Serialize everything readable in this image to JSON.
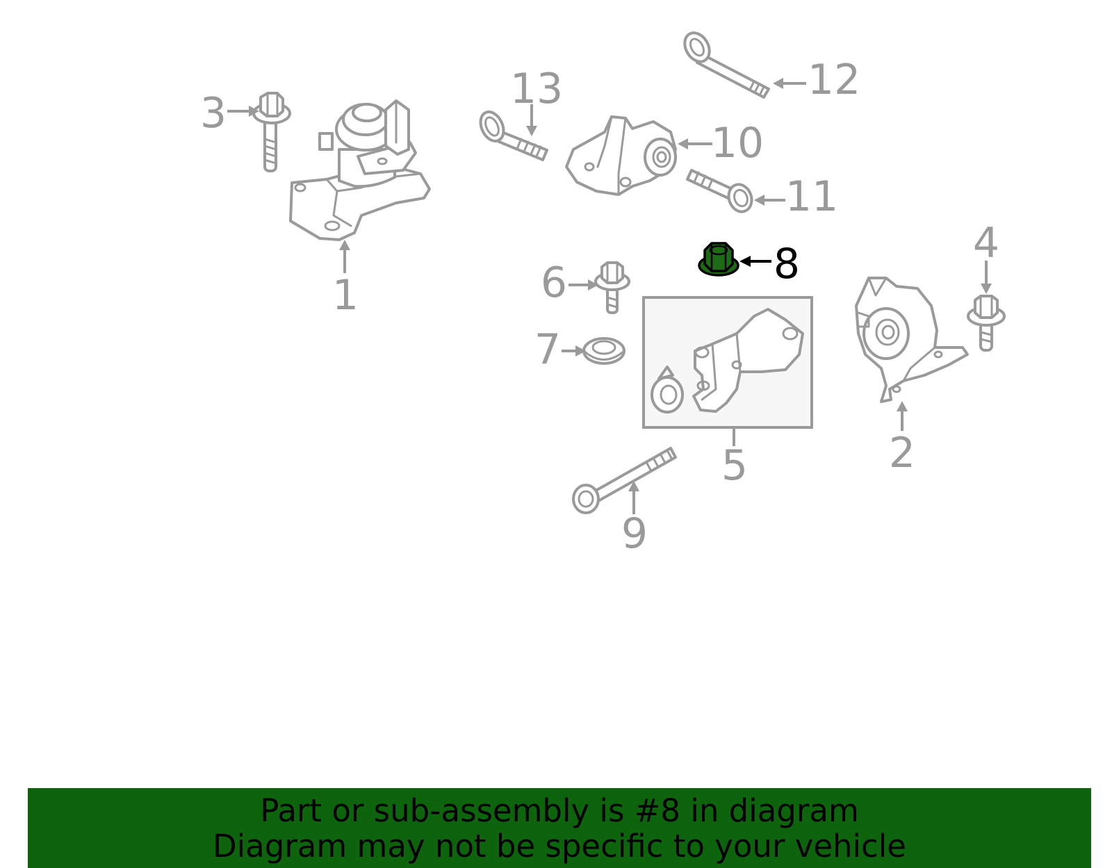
{
  "callouts": {
    "c1": "1",
    "c2": "2",
    "c3": "3",
    "c4": "4",
    "c5": "5",
    "c6": "6",
    "c7": "7",
    "c8": "8",
    "c9": "9",
    "c10": "10",
    "c11": "11",
    "c12": "12",
    "c13": "13"
  },
  "highlighted_part": "8",
  "colors": {
    "line": "#9a9a9a",
    "highlight_fill": "#1e6b16",
    "banner_bg": "#0d640d",
    "banner_text": "#000000"
  },
  "banner": {
    "line1": "Part or sub-assembly is #8 in diagram",
    "line2": "Diagram may not be specific to your vehicle"
  }
}
